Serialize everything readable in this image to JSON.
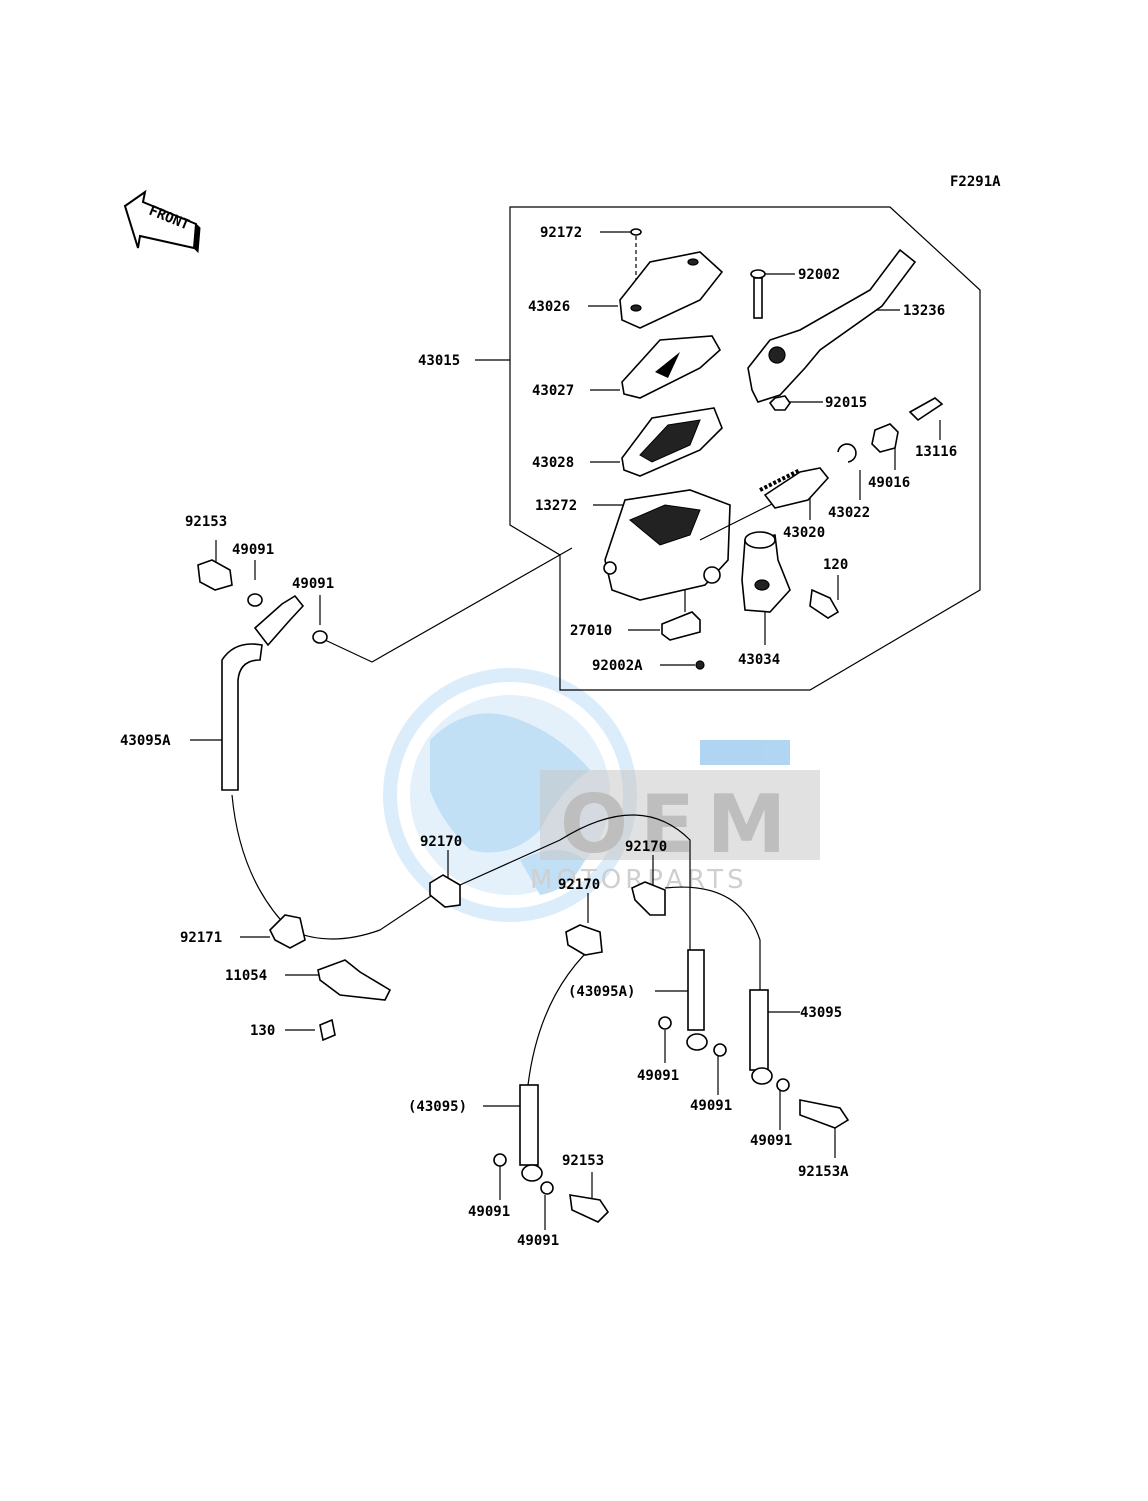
{
  "diagram_code": "F2291A",
  "front_label": "FRONT",
  "watermark": {
    "brand": "OEM",
    "sub": "MOTORPARTS",
    "color_blue": "#6fb4e8",
    "color_gray": "#9a9a9a"
  },
  "labels": {
    "l92172": "92172",
    "l43026": "43026",
    "l43015": "43015",
    "l43027": "43027",
    "l43028": "43028",
    "l13272": "13272",
    "l27010": "27010",
    "l92002A": "92002A",
    "l92002": "92002",
    "l13236": "13236",
    "l92015": "92015",
    "l13116": "13116",
    "l49016": "49016",
    "l43022": "43022",
    "l43020": "43020",
    "l120": "120",
    "l43034": "43034",
    "l92153_top": "92153",
    "l49091_a": "49091",
    "l49091_b": "49091",
    "l43095A": "43095A",
    "l92170_a": "92170",
    "l92170_b": "92170",
    "l92170_c": "92170",
    "l92171": "92171",
    "l11054": "11054",
    "l130": "130",
    "l43095A_paren": "(43095A)",
    "l43095": "43095",
    "l49091_c": "49091",
    "l49091_d": "49091",
    "l49091_e": "49091",
    "l92153A": "92153A",
    "l43095_paren": "(43095)",
    "l92153_bottom": "92153",
    "l49091_f": "49091",
    "l49091_g": "49091"
  }
}
